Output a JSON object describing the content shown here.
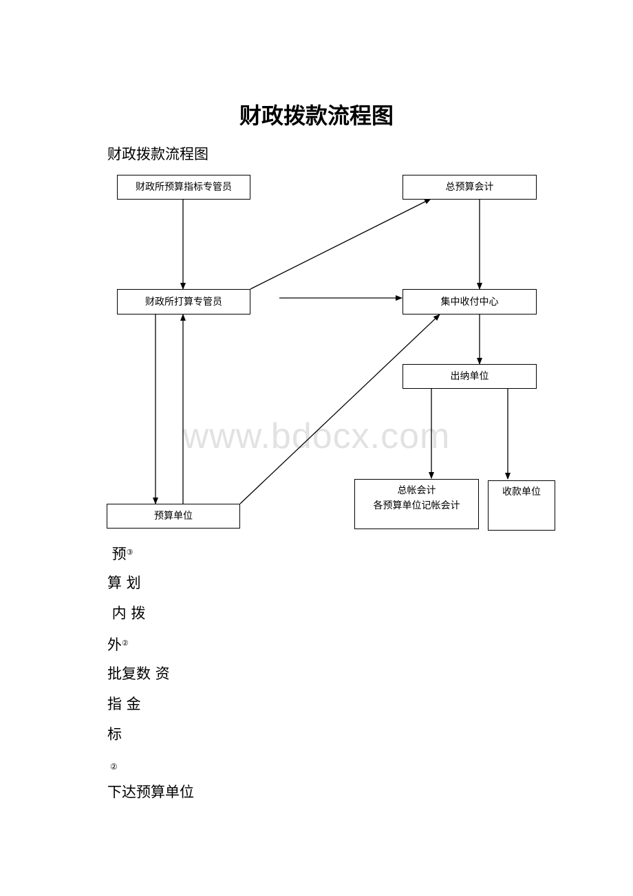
{
  "title": "财政拨款流程图",
  "subtitle": "财政拨款流程图",
  "watermark": "www.bdocx.com",
  "nodes": {
    "indicator_manager": "财政所预算指标专管员",
    "general_budget_accountant": "总预算会计",
    "payment_manager": "财政所打算专管员",
    "central_payment_center": "集中收付中心",
    "cashier_unit": "出纳单位",
    "budget_unit": "预算单位",
    "ledger_accountant_line1": "总帐会计",
    "ledger_accountant_line2": "各预算单位记帐会计",
    "payee_unit": "收款单位"
  },
  "notes": {
    "line1_text": " 预",
    "line1_mark": "③",
    "line2": "算 划",
    "line3": " 内 拨",
    "line4_text": "外",
    "line4_mark": "②",
    "line5": "批复数 资",
    "line6": "指 金",
    "line7": "标",
    "line8_mark": "②",
    "line9": "下达预算单位"
  }
}
